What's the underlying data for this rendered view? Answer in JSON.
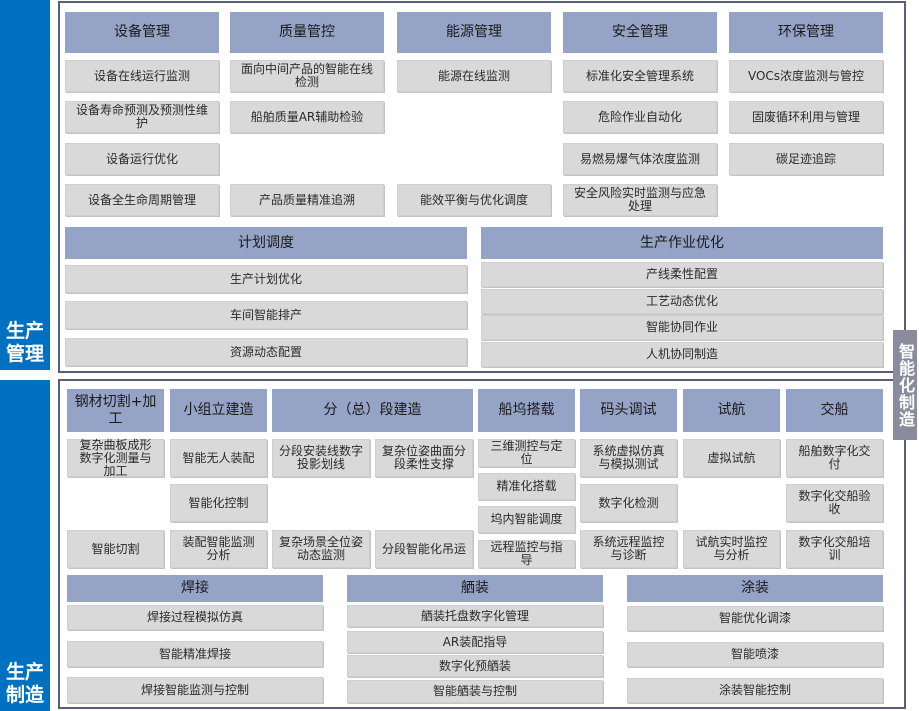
{
  "sections": {
    "management_label": "生产管理",
    "manufacturing_label": "生产制造",
    "smart_label": "智能化制造"
  },
  "management": {
    "columns": [
      {
        "title": "设备管理",
        "items": [
          "设备在线运行监测",
          "设备寿命预测及预测性维护",
          "设备运行优化",
          "设备全生命周期管理"
        ]
      },
      {
        "title": "质量管控",
        "items": [
          "面向中间产品的智能在线检测",
          "船舶质量AR辅助检验",
          "产品质量精准追溯"
        ]
      },
      {
        "title": "能源管理",
        "items": [
          "能源在线监测",
          "能效平衡与优化调度"
        ]
      },
      {
        "title": "安全管理",
        "items": [
          "标准化安全管理系统",
          "危险作业自动化",
          "易燃易爆气体浓度监测",
          "安全风险实时监测与应急处理"
        ]
      },
      {
        "title": "环保管理",
        "items": [
          "VOCs浓度监测与管控",
          "固废循环利用与管理",
          "碳足迹追踪"
        ]
      }
    ],
    "planning": {
      "title": "计划调度",
      "items": [
        "生产计划优化",
        "车间智能排产",
        "资源动态配置"
      ]
    },
    "operation": {
      "title": "生产作业优化",
      "items": [
        "产线柔性配置",
        "工艺动态优化",
        "智能协同作业",
        "人机协同制造"
      ]
    }
  },
  "manufacturing": {
    "columns": [
      {
        "title": "钢材切割+加工",
        "items": [
          "复杂曲板成形数字化测量与加工",
          "智能切割"
        ]
      },
      {
        "title": "小组立建造",
        "items": [
          "智能无人装配",
          "智能化控制",
          "装配智能监测分析"
        ]
      },
      {
        "title": "分（总）段建造",
        "items": [
          "分段安装线数字投影划线",
          "复杂位姿曲面分段柔性支撑",
          "复杂场景全位姿动态监测",
          "分段智能化吊运"
        ]
      },
      {
        "title": "船坞搭载",
        "items": [
          "三维测控与定位",
          "精准化搭载",
          "坞内智能调度",
          "远程监控与指导"
        ]
      },
      {
        "title": "码头调试",
        "items": [
          "系统虚拟仿真与模拟测试",
          "数字化检测",
          "系统远程监控与诊断"
        ]
      },
      {
        "title": "试航",
        "items": [
          "虚拟试航",
          "试航实时监控与分析"
        ]
      },
      {
        "title": "交船",
        "items": [
          "船舶数字化交付",
          "数字化交船验收",
          "数字化交船培训"
        ]
      }
    ],
    "welding": {
      "title": "焊接",
      "items": [
        "焊接过程模拟仿真",
        "智能精准焊接",
        "焊接智能监测与控制"
      ]
    },
    "outfitting": {
      "title": "舾装",
      "items": [
        "舾装托盘数字化管理",
        "AR装配指导",
        "数字化预舾装",
        "智能舾装与控制"
      ]
    },
    "painting": {
      "title": "涂装",
      "items": [
        "智能优化调漆",
        "智能喷漆",
        "涂装智能控制"
      ]
    }
  }
}
